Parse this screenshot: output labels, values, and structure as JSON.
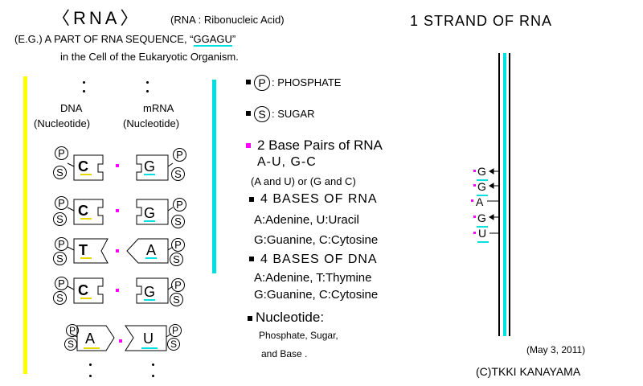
{
  "header": {
    "title": "〈RNA〉",
    "subtitle": "(RNA : Ribonucleic Acid)",
    "strand_title": "1 STRAND OF RNA",
    "example_prefix": "(E.G.) A PART OF RNA SEQUENCE, “",
    "example_sequence": "GGAGU",
    "example_suffix": "”",
    "example_line2": "in the Cell of the Eukaryotic Organism."
  },
  "columns": {
    "dna_label": "DNA",
    "dna_sub": "(Nucleotide)",
    "mrna_label": "mRNA",
    "mrna_sub": "(Nucleotide)"
  },
  "symbols": {
    "phosphate": "P",
    "sugar": "S"
  },
  "pairs": [
    {
      "dna": "C",
      "rna": "G"
    },
    {
      "dna": "C",
      "rna": "G"
    },
    {
      "dna": "T",
      "rna": "A"
    },
    {
      "dna": "C",
      "rna": "G"
    },
    {
      "dna": "A",
      "rna": "U"
    }
  ],
  "legend": {
    "phosphate_label": ": PHOSPHATE",
    "sugar_label": ": SUGAR",
    "base_pairs_title": "2 Base Pairs of RNA",
    "base_pairs_line": "A-U,  G-C",
    "base_pairs_note": "(A and U) or (G and C)",
    "rna_bases_title": "4 BASES OF RNA",
    "rna_bases_line1": "A:Adenine, U:Uracil",
    "rna_bases_line2": "G:Guanine, C:Cytosine",
    "dna_bases_title": "4 BASES OF DNA",
    "dna_bases_line1": "A:Adenine, T:Thymine",
    "dna_bases_line2": "G:Guanine, C:Cytosine",
    "nucleotide_title": "Nucleotide:",
    "nucleotide_line1": "Phosphate,  Sugar,",
    "nucleotide_line2": "and Base ."
  },
  "strand": {
    "bases": [
      "G",
      "G",
      "A",
      "G",
      "U"
    ]
  },
  "footer": {
    "date": "(May 3, 2011)",
    "copyright": "(C)TKKI KANAYAMA"
  },
  "colors": {
    "yellow": "#ffff00",
    "cyan": "#00e0e0",
    "magenta": "#ff00ff",
    "black": "#000000"
  }
}
